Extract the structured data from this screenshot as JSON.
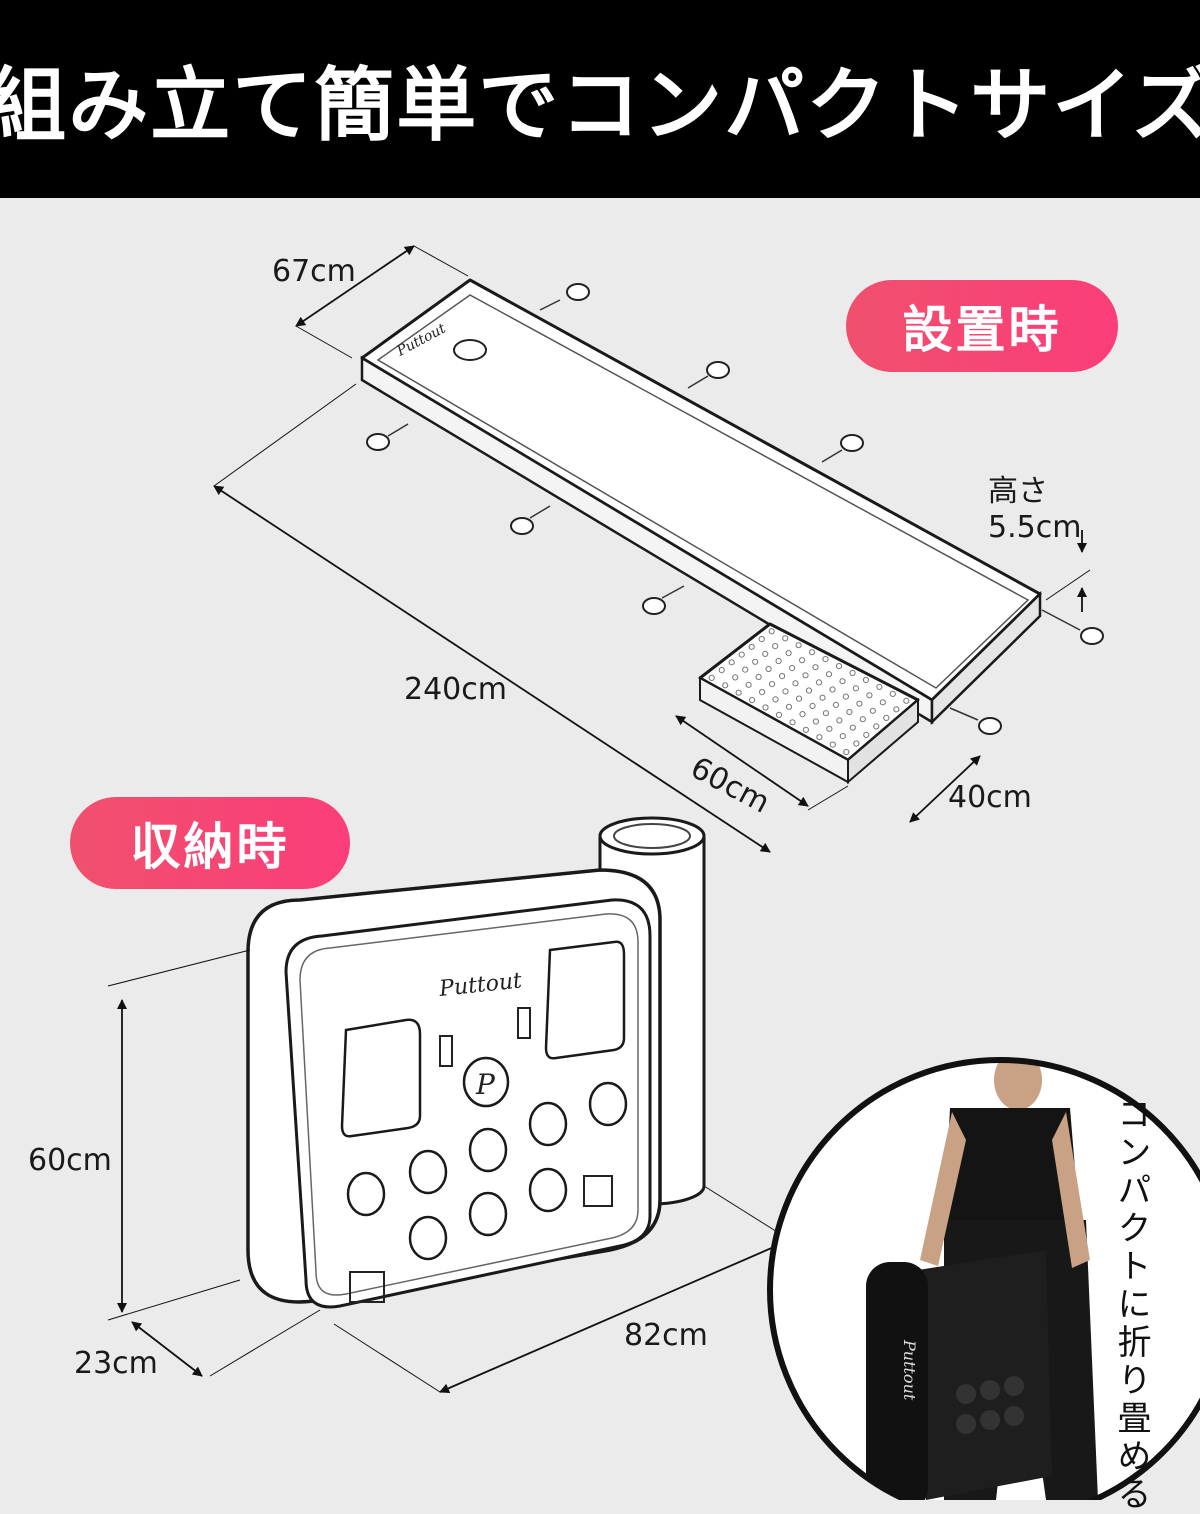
{
  "header": {
    "title": "組み立て簡単でコンパクトサイズ"
  },
  "badges": {
    "setup": "設置時",
    "storage": "収納時"
  },
  "setup_dimensions": {
    "width": "67cm",
    "length": "240cm",
    "height_label": "高さ",
    "height_value": "5.5cm",
    "step_length": "60cm",
    "step_width": "40cm"
  },
  "storage_dimensions": {
    "height": "60cm",
    "depth": "23cm",
    "width": "82cm"
  },
  "brand_logo": "Puttout",
  "photo_caption": "コンパクトに折り畳める",
  "colors": {
    "header_bg": "#000000",
    "badge_start": "#f0506e",
    "badge_end": "#fb3d7a",
    "page_bg": "#ebebeb"
  }
}
